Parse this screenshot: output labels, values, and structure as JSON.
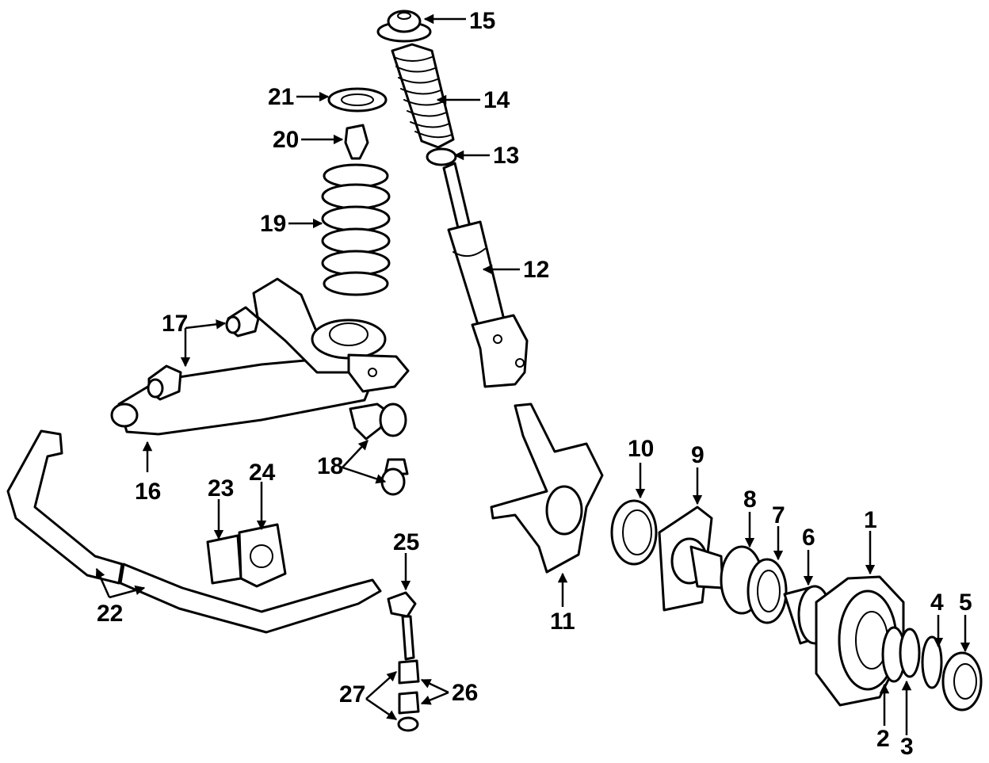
{
  "callouts": {
    "c1": "1",
    "c2": "2",
    "c3": "3",
    "c4": "4",
    "c5": "5",
    "c6": "6",
    "c7": "7",
    "c8": "8",
    "c9": "9",
    "c10": "10",
    "c11": "11",
    "c12": "12",
    "c13": "13",
    "c14": "14",
    "c15": "15",
    "c16": "16",
    "c17": "17",
    "c18": "18",
    "c19": "19",
    "c20": "20",
    "c21": "21",
    "c22": "22",
    "c23": "23",
    "c24": "24",
    "c25": "25",
    "c26": "26",
    "c27": "27"
  },
  "colors": {
    "ink": "#000000",
    "paper": "#ffffff"
  }
}
